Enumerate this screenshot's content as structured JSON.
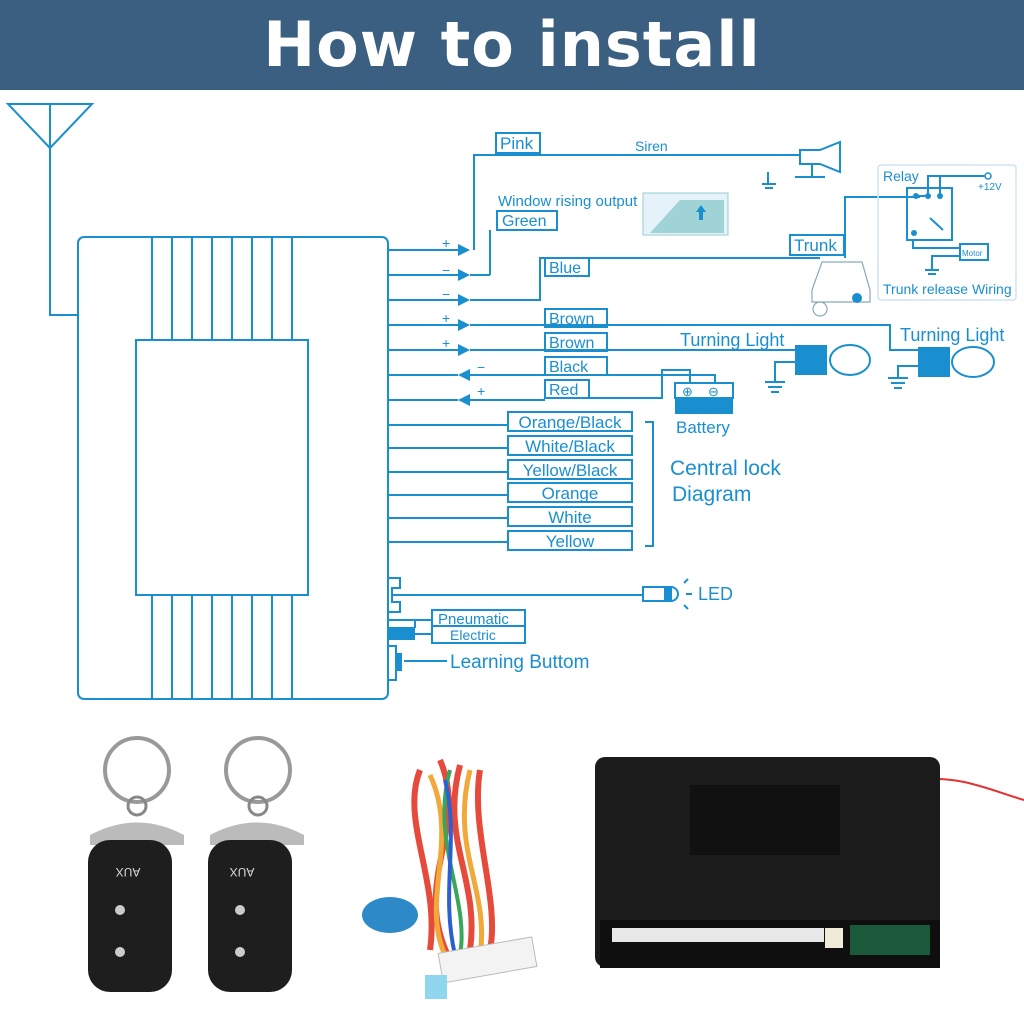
{
  "header": {
    "title": "How to install"
  },
  "diagram": {
    "wires": {
      "pink": "Pink",
      "siren": "Siren",
      "window_output": "Window rising output",
      "green": "Green",
      "blue": "Blue",
      "trunk": "Trunk",
      "brown1": "Brown",
      "brown2": "Brown",
      "black": "Black",
      "red": "Red",
      "orange_black": "Orange/Black",
      "white_black": "White/Black",
      "yellow_black": "Yellow/Black",
      "orange": "Orange",
      "white": "White",
      "yellow": "Yellow"
    },
    "polarity": [
      "+",
      "−",
      "−",
      "+",
      "+",
      "−",
      "+"
    ],
    "relay": {
      "title": "Relay",
      "voltage": "+12V",
      "motor": "Motor",
      "caption": "Trunk release Wiring"
    },
    "turning_light_1": "Turning Light",
    "turning_light_2": "Turning Light",
    "battery": "Battery",
    "battery_plus": "⊕",
    "battery_minus": "⊖",
    "central_lock": [
      "Central lock",
      "Diagram"
    ],
    "led": "LED",
    "pneumatic": "Pneumatic",
    "electric": "Electric",
    "learning_button": "Learning Buttom"
  },
  "products": {
    "remote_button": "AUX"
  },
  "colors": {
    "header": "#3b5f80",
    "diagram": "#1a8fd0"
  }
}
